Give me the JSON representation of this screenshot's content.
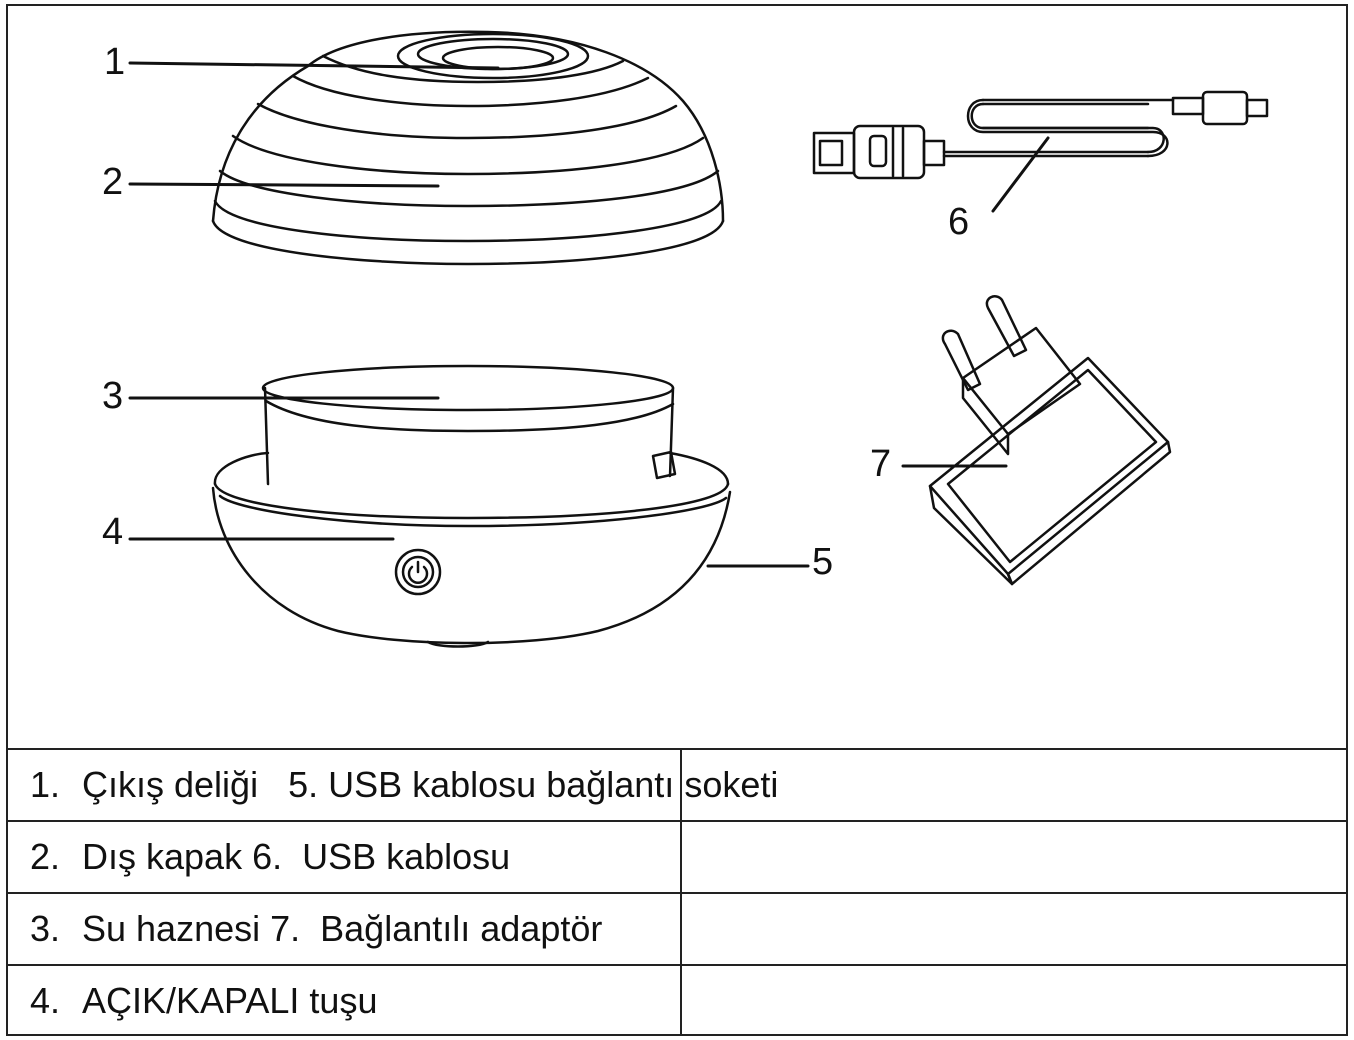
{
  "callouts": [
    "1",
    "2",
    "3",
    "4",
    "5",
    "6",
    "7"
  ],
  "legend": {
    "rows": [
      {
        "num": "1.",
        "text": "Çıkış deliği   5. USB kablosu bağlantı soketi"
      },
      {
        "num": "2.",
        "text": "Dış kapak 6.  USB kablosu"
      },
      {
        "num": "3.",
        "text": "Su haznesi 7.  Bağlantılı adaptör"
      },
      {
        "num": "4.",
        "text": "AÇIK/KAPALI tuşu"
      }
    ]
  }
}
